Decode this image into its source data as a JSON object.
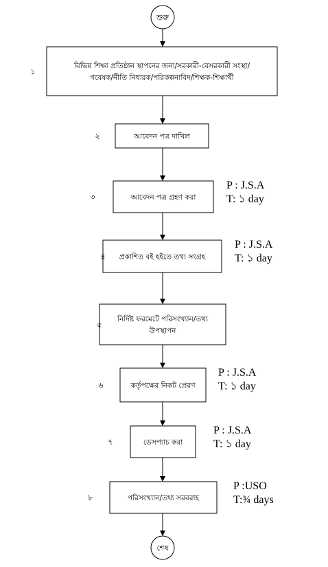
{
  "start_label": "শুরু",
  "end_label": "শেষ",
  "steps": [
    {
      "no": "১",
      "lines": [
        "বিভিন্ন শিক্ষা প্রতিষ্ঠান স্থাপনের জন্য/সরকারী-বেসরকারী সংস্থা/",
        "গবেষক/নীতি নিধারক/পরিকল্পনাবিদ/শিক্ষক-শিক্ষার্থী"
      ],
      "note": []
    },
    {
      "no": "২",
      "lines": [
        "আবেদন পত্র দাখিল"
      ],
      "note": []
    },
    {
      "no": "৩",
      "lines": [
        "আবেদন পত্র  গ্রহণ করা"
      ],
      "note": [
        "P : J.S.A",
        "T: ১ day"
      ]
    },
    {
      "no": "৪",
      "lines": [
        "প্রকাশিত বই হইতে তথ্য সংগ্রহ"
      ],
      "note": [
        "P : J.S.A",
        "T: ১ day"
      ]
    },
    {
      "no": "৫",
      "lines": [
        "নির্দিষ্ট ফরমেটে পরিসংখ্যান/তথ্য",
        "উপস্থাপন"
      ],
      "note": []
    },
    {
      "no": "৬",
      "lines": [
        "কর্তৃপক্ষের নিকট প্রেরণ"
      ],
      "note": [
        "P : J.S.A",
        "T: ১ day"
      ]
    },
    {
      "no": "৭",
      "lines": [
        "ডেসপ্যাচ করা"
      ],
      "note": [
        "P : J.S.A",
        "T: ১ day"
      ]
    },
    {
      "no": "৮",
      "lines": [
        "পরিসংখ্যান/তথ্য সরবরাহ"
      ],
      "note": [
        "P :USO",
        "T:¾ days"
      ]
    }
  ]
}
